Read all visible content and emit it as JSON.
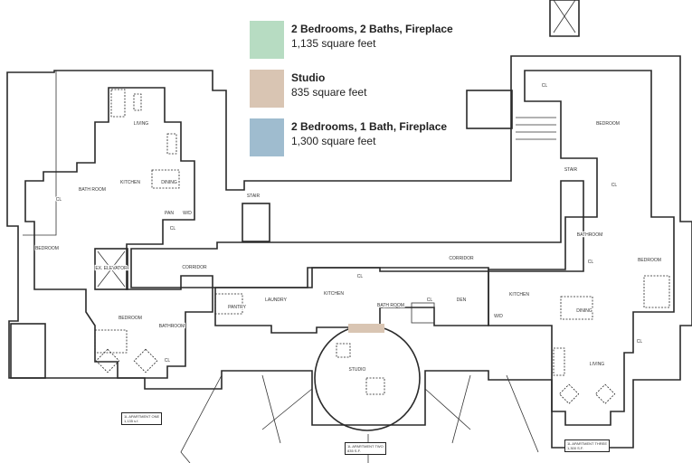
{
  "legend": [
    {
      "title": "2 Bedrooms, 2 Baths, Fireplace",
      "size": "1,135 square feet",
      "color": "#b7dcc2"
    },
    {
      "title": "Studio",
      "size": "835 square feet",
      "color": "#d9c5b3"
    },
    {
      "title": "2 Bedrooms, 1 Bath, Fireplace",
      "size": "1,300 square feet",
      "color": "#9fbccf"
    }
  ],
  "colors": {
    "corridor": "#b9b9b9",
    "building": "#e4e4e4",
    "wall": "#2a2a2a"
  },
  "rooms": {
    "apt1": [
      "LIVING",
      "KITCHEN",
      "DINING",
      "BATH ROOM",
      "CL",
      "PAN",
      "W/D",
      "CL",
      "BEDROOM",
      "BEDROOM",
      "BATHROOM",
      "CL"
    ],
    "common": [
      "EX. ELEVATOR",
      "CORRIDOR",
      "CORRIDOR",
      "STAIR",
      "STAIR"
    ],
    "apt2": [
      "PANTRY",
      "LAUNDRY",
      "KITCHEN",
      "CL",
      "BATH ROOM",
      "CL",
      "DEN",
      "STUDIO"
    ],
    "apt3": [
      "CL",
      "BEDROOM",
      "CL",
      "BATHROOM",
      "CL",
      "BEDROOM",
      "KITCHEN",
      "W/D",
      "DINING",
      "LIVING",
      "CL"
    ]
  },
  "tags": [
    {
      "name": "1L APARTMENT ONE",
      "area": "1,135 s.f."
    },
    {
      "name": "1L APARTMENT TWO",
      "area": "835 S.F."
    },
    {
      "name": "1L APARTMENT THREE",
      "area": "1,300 S.F."
    }
  ]
}
